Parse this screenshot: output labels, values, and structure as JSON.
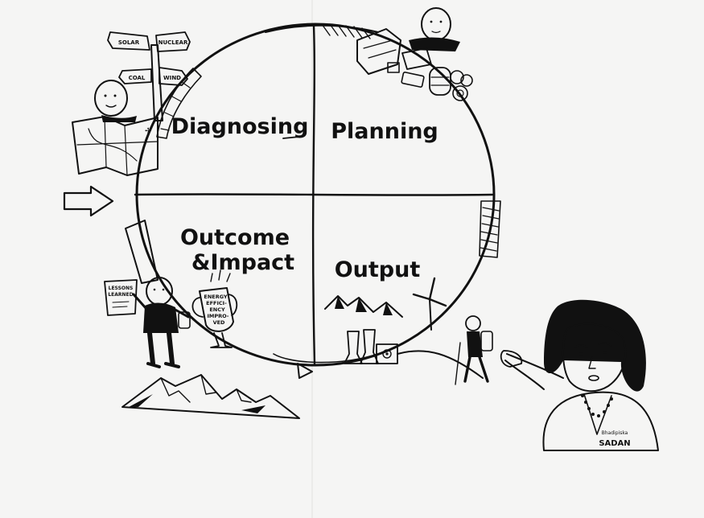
{
  "diagram": {
    "quadrants": [
      {
        "id": "diagnosing",
        "label": "Diagnosing"
      },
      {
        "id": "planning",
        "label": "Planning"
      },
      {
        "id": "outcome",
        "label_line1": "Outcome",
        "label_line2": "&Impact"
      },
      {
        "id": "output",
        "label": "Output"
      }
    ],
    "signpost": {
      "signs": [
        "SOLAR",
        "NUCLEAR",
        "COAL",
        "WIND"
      ]
    },
    "lessons_sign": {
      "line1": "LESSONS",
      "line2": "LEARNED"
    },
    "trophy": {
      "lines": [
        "ENERGY",
        "EFFICI-",
        "ENCY",
        "IMPRO-",
        "VED"
      ]
    },
    "signature": {
      "line1": "Bhadipiska",
      "line2": "SADAN"
    }
  },
  "colors": {
    "ink": "#111111",
    "paper": "#f5f5f4",
    "skin": "#ffffff",
    "hair": "#111111"
  }
}
